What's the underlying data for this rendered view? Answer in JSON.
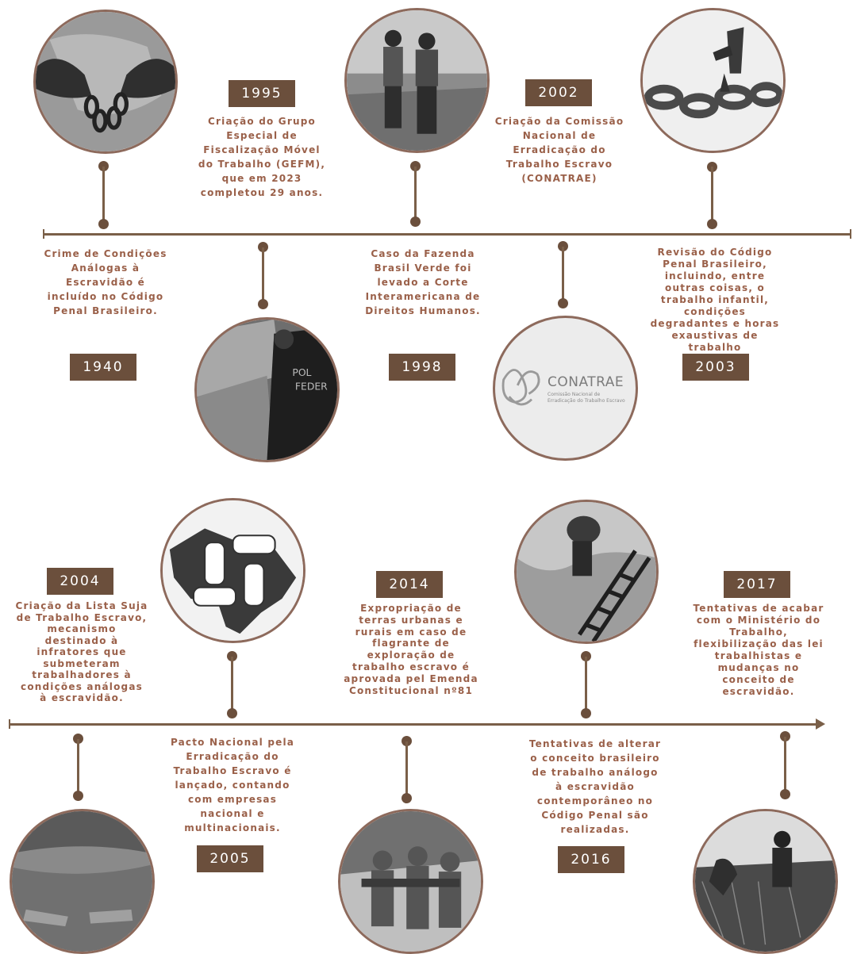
{
  "colors": {
    "accent": "#6b4f3c",
    "line": "#7a5f48",
    "text": "#9a6049",
    "ring": "#8d6a5c"
  },
  "timeline_top": {
    "events": [
      {
        "year": "1940",
        "text": "Crime de Condições\nAnálogas à\nEscravidão é\nincluído no Código\nPenal Brasileiro.",
        "image": "broken-chains-photo"
      },
      {
        "year": "1995",
        "text": "Criação do Grupo\nEspecial de\nFiscalização Móvel\ndo Trabalho (GEFM),\nque em 2023\ncompletou 29 anos.",
        "image": "federal-police-photo"
      },
      {
        "year": "1998",
        "text": "Caso da Fazenda\nBrasil Verde foi\nlevado a Corte\nInteramericana de\nDireitos Humanos.",
        "image": "workers-field-photo"
      },
      {
        "year": "2002",
        "text": "Criação da Comissão\nNacional de\nErradicação do\nTrabalho Escravo\n(CONATRAE)",
        "image": "conatrae-logo"
      },
      {
        "year": "2003",
        "text": "Revisão do Código\nPenal Brasileiro,\nincluindo, entre\noutras coisas, o\ntrabalho infantil,\ncondições\ndegradantes e horas\nexaustivas de\ntrabalho",
        "image": "chain-sculpture-photo"
      }
    ]
  },
  "timeline_bottom": {
    "events": [
      {
        "year": "2004",
        "text": "Criação da Lista Suja\nde Trabalho Escravo,\nmecanismo\ndestinado à\ninfratores que\nsubmeteram\ntrabalhadores à\ncondições análogas\nà escravidão.",
        "image": "feet-photo"
      },
      {
        "year": "2005",
        "text": "Pacto Nacional pela\nErradicação do\nTrabalho Escravo é\nlançado, contando\ncom empresas\nnacional e\nmultinacionais.",
        "image": "hands-map-illustration"
      },
      {
        "year": "2014",
        "text": "Expropriação de\nterras urbanas e\nrurais em caso de\nflagrante de\nexploração de\ntrabalho escravo é\naprovada pel Emenda\nConstitucional nº81",
        "image": "workers-group-photo"
      },
      {
        "year": "2016",
        "text": "Tentativas de alterar\no conceito brasileiro\nde trabalho análogo\nà escravidão\ncontemporâneo no\nCódigo Penal são\nrealizadas.",
        "image": "ladder-worker-photo"
      },
      {
        "year": "2017",
        "text": "Tentativas de acabar\ncom o Ministério do\nTrabalho,\nflexibilização das lei\ntrabalhistas e\nmudanças no\nconceito de\nescravidão.",
        "image": "field-workers-photo"
      }
    ]
  },
  "conatrae_logo": {
    "name": "CONATRAE",
    "subtitle_line1": "Comissão Nacional de",
    "subtitle_line2": "Erradicação do Trabalho Escravo"
  }
}
